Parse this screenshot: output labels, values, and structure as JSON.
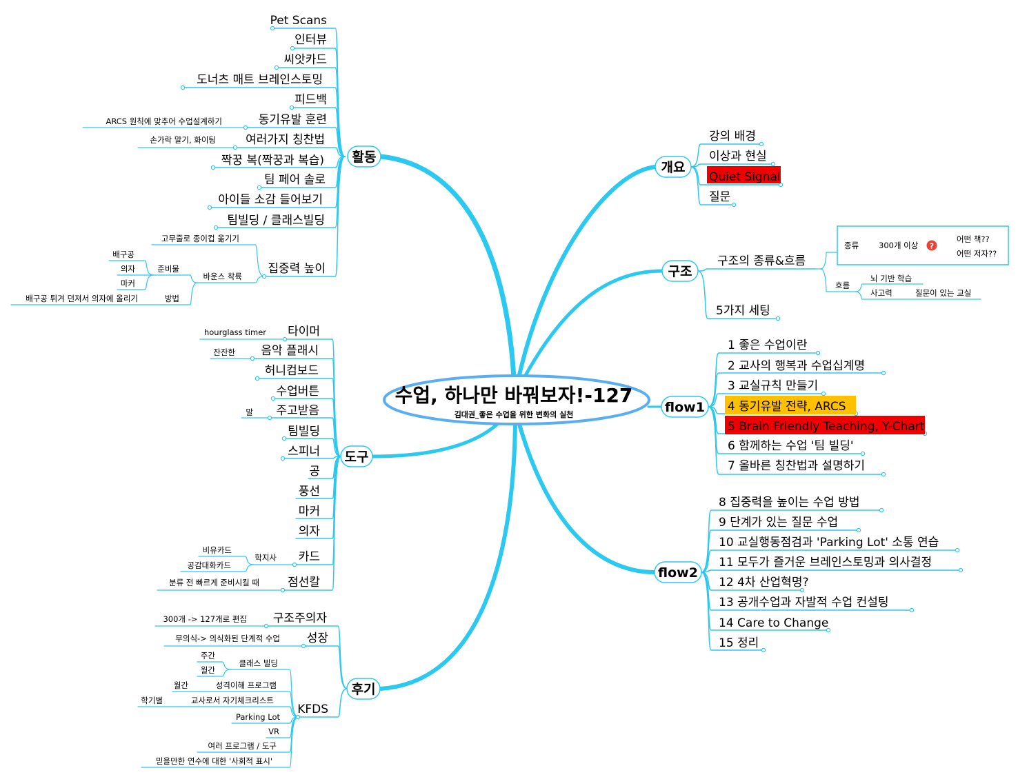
{
  "colors": {
    "branch": "#2bc8f0",
    "central_border": "#5aaef0",
    "highlight_red": "#f00000",
    "highlight_orange": "#ffc000",
    "note_border": "#2bc8f0"
  },
  "central": {
    "title": "수업, 하나만 바꿔보자!-127",
    "subtitle": "김대권_좋은 수업을 위한 변화의 실천"
  },
  "branches": {
    "activities": {
      "label": "활동",
      "items": {
        "pet_scans": "Pet Scans",
        "interview": "인터뷰",
        "seed_card": "씨앗카드",
        "donut_mat": "도너츠 매트 브레인스토밍",
        "feedback": "피드백",
        "motivation": "동기유발 훈련",
        "motivation_sub": "ARCS 원칙에 맞추어 수업설계하기",
        "praise": "여러가지 칭찬법",
        "praise_sub": "손가락 말기, 화이팅",
        "pair_review": "짝꿍 복(짝꿍과 복습)",
        "team_pair_solo": "팀 페어 솔로",
        "kids_feedback": "아이들 소감 들어보기",
        "team_building": "팀빌딩 / 클래스빌딩",
        "focus_games": "집중력 높이",
        "rubber_cup": "고무줄로 종이컵 옮기기",
        "bounce": "바운스 착륙",
        "materials": "준비물",
        "volleyball": "배구공",
        "chair": "의자",
        "marker": "마커",
        "method": "방법",
        "method_sub": "배구공 튀겨 던져서 의자에 올리기"
      }
    },
    "tools": {
      "label": "도구",
      "items": {
        "timer": "타이머",
        "timer_sub": "hourglass timer",
        "music_flash": "음악 플래시",
        "music_sub": "잔잔한",
        "honeycomb": "허니컴보드",
        "class_button": "수업버튼",
        "exchange": "주고받음",
        "exchange_sub": "말",
        "teambuilding": "팀빌딩",
        "spinner": "스피너",
        "ball": "공",
        "balloon": "풍선",
        "marker": "마커",
        "chair": "의자",
        "card": "카드",
        "card_sub": "학지사",
        "metaphor_card": "비유카드",
        "empathy_card": "공감대화카드",
        "cutter": "점선칼",
        "cutter_sub": "분류 전 빠르게 준비시킬 때"
      }
    },
    "review": {
      "label": "후기",
      "items": {
        "constructivist": "구조주의자",
        "constructivist_sub": "300개 -> 127개로 편집",
        "growth": "성장",
        "growth_sub": "무의식-> 의식화된 단계적 수업",
        "kfds": "KFDS",
        "class_building": "클래스 빌딩",
        "weekly": "주간",
        "monthly": "월간",
        "personality": "성격이해 프로그램",
        "personality_monthly": "월간",
        "self_check": "교사로서 자기체크리스트",
        "per_semester": "학기별",
        "parking_lot": "Parking Lot",
        "vr": "VR",
        "programs_tools": "여러 프로그램 / 도구",
        "social_sign": "믿을만한 연수에 대한 '사회적 표시'"
      }
    },
    "overview": {
      "label": "개요",
      "items": {
        "background": "강의 배경",
        "ideal_reality": "이상과 현실",
        "quiet_signal": "Quiet Signal",
        "questions": "질문"
      }
    },
    "structure": {
      "label": "구조",
      "items": {
        "types_flow": "구조의 종류&흐름",
        "types": "종류",
        "over300": "300개 이상",
        "which_book": "어떤 책??",
        "which_author": "어떤 저자??",
        "flow": "흐름",
        "brain_based": "뇌 기반 학습",
        "thinking": "사고력",
        "question_class": "질문이 있는 교실",
        "five_settings": "5가지 세팅"
      }
    },
    "flow1": {
      "label": "flow1",
      "items": [
        "1 좋은 수업이란",
        "2 교사의 행복과 수업십계명",
        "3 교실규칙 만들기",
        "4 동기유발 전략, ARCS",
        "5 Brain Friendly Teaching, Y-Chart",
        "6 함께하는 수업 '팀 빌딩'",
        "7 올바른 칭찬법과 설명하기"
      ]
    },
    "flow2": {
      "label": "flow2",
      "items": [
        "8 집중력을 높이는 수업 방법",
        "9 단계가 있는 질문 수업",
        "10 교실행동점검과 'Parking Lot' 소통 연습",
        "11 모두가 즐거운 브레인스토밍과 의사결정",
        "12 4차 산업혁명?",
        "13 공개수업과 자발적 수업 컨설팅",
        "14 Care to Change",
        "15 정리"
      ]
    }
  }
}
